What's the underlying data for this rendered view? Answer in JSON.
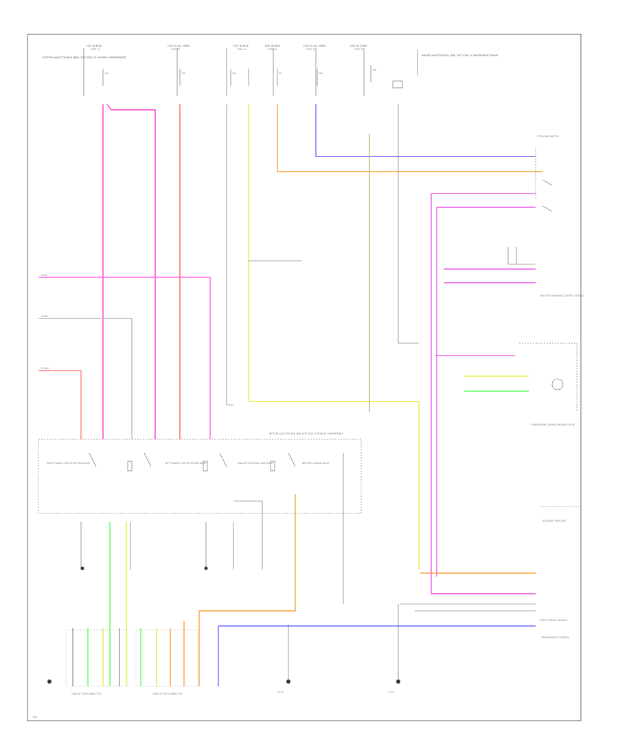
{
  "colors": {
    "pink": "#ff33c9",
    "magenta": "#e85ae8",
    "red": "#ff5a5a",
    "yellow": "#e8e85a",
    "orange": "#ff9f3a",
    "blue": "#5a5aff",
    "green": "#5aff5a",
    "tan": "#c8b078",
    "gray": "#999999",
    "black": "#333333"
  },
  "fuses": [
    {
      "title": "HOT IN RUN",
      "sub": "FUSE 12",
      "amp": "10A"
    },
    {
      "title": "HOT AT ALL TIMES",
      "sub": "FUSE 35",
      "amp": "15A"
    },
    {
      "title": "HOT IN RUN",
      "sub": "FUSE 41",
      "amp": "10A"
    },
    {
      "title": "HOT IN RUN",
      "sub": "FUSE 44",
      "amp": "5A"
    },
    {
      "title": "HOT AT ALL TIMES",
      "sub": "FUSE 47",
      "amp": "20A"
    },
    {
      "title": "HOT IN START",
      "sub": "FUSE 30",
      "amp": "10A"
    }
  ],
  "top_left_box": "BATTERY JUNCTION BOX (BJB) LEFT SIDE OF ENGINE COMPARTMENT",
  "top_right_box": "SMART JUNCTION BOX (SJB) LEFT SIDE OF INSTRUMENT PANEL",
  "left_labels": [
    "VT-GY",
    "GY-BN",
    "OG-BN"
  ],
  "right_labels": [
    "STOP LAMP SWITCH",
    "TRAILER TOW BRAKE CONTROL MODULE",
    "POWERTRAIN CONTROL MODULE (PCM)",
    "AUXILIARY SWITCHES",
    "BODY CONTROL MODULE"
  ],
  "relays": [
    "RIGHT TRAILER TOW STOP/TURN RELAY",
    "LEFT TRAILER TOW STOP/TURN RELAY",
    "TRAILER TOW PARK LAMP RELAY",
    "BATTERY CHARGE RELAY"
  ],
  "relay_box_label": "BATTERY JUNCTION BOX (BJB) LEFT SIDE OF ENGINE COMPARTMENT",
  "bottom_labels": [
    "TRAILER TOW CONNECTOR",
    "TRAILER TOW CONNECTOR",
    "G103",
    "G101",
    "TRAILER BRAKE CONTROL"
  ],
  "footer": "F100"
}
